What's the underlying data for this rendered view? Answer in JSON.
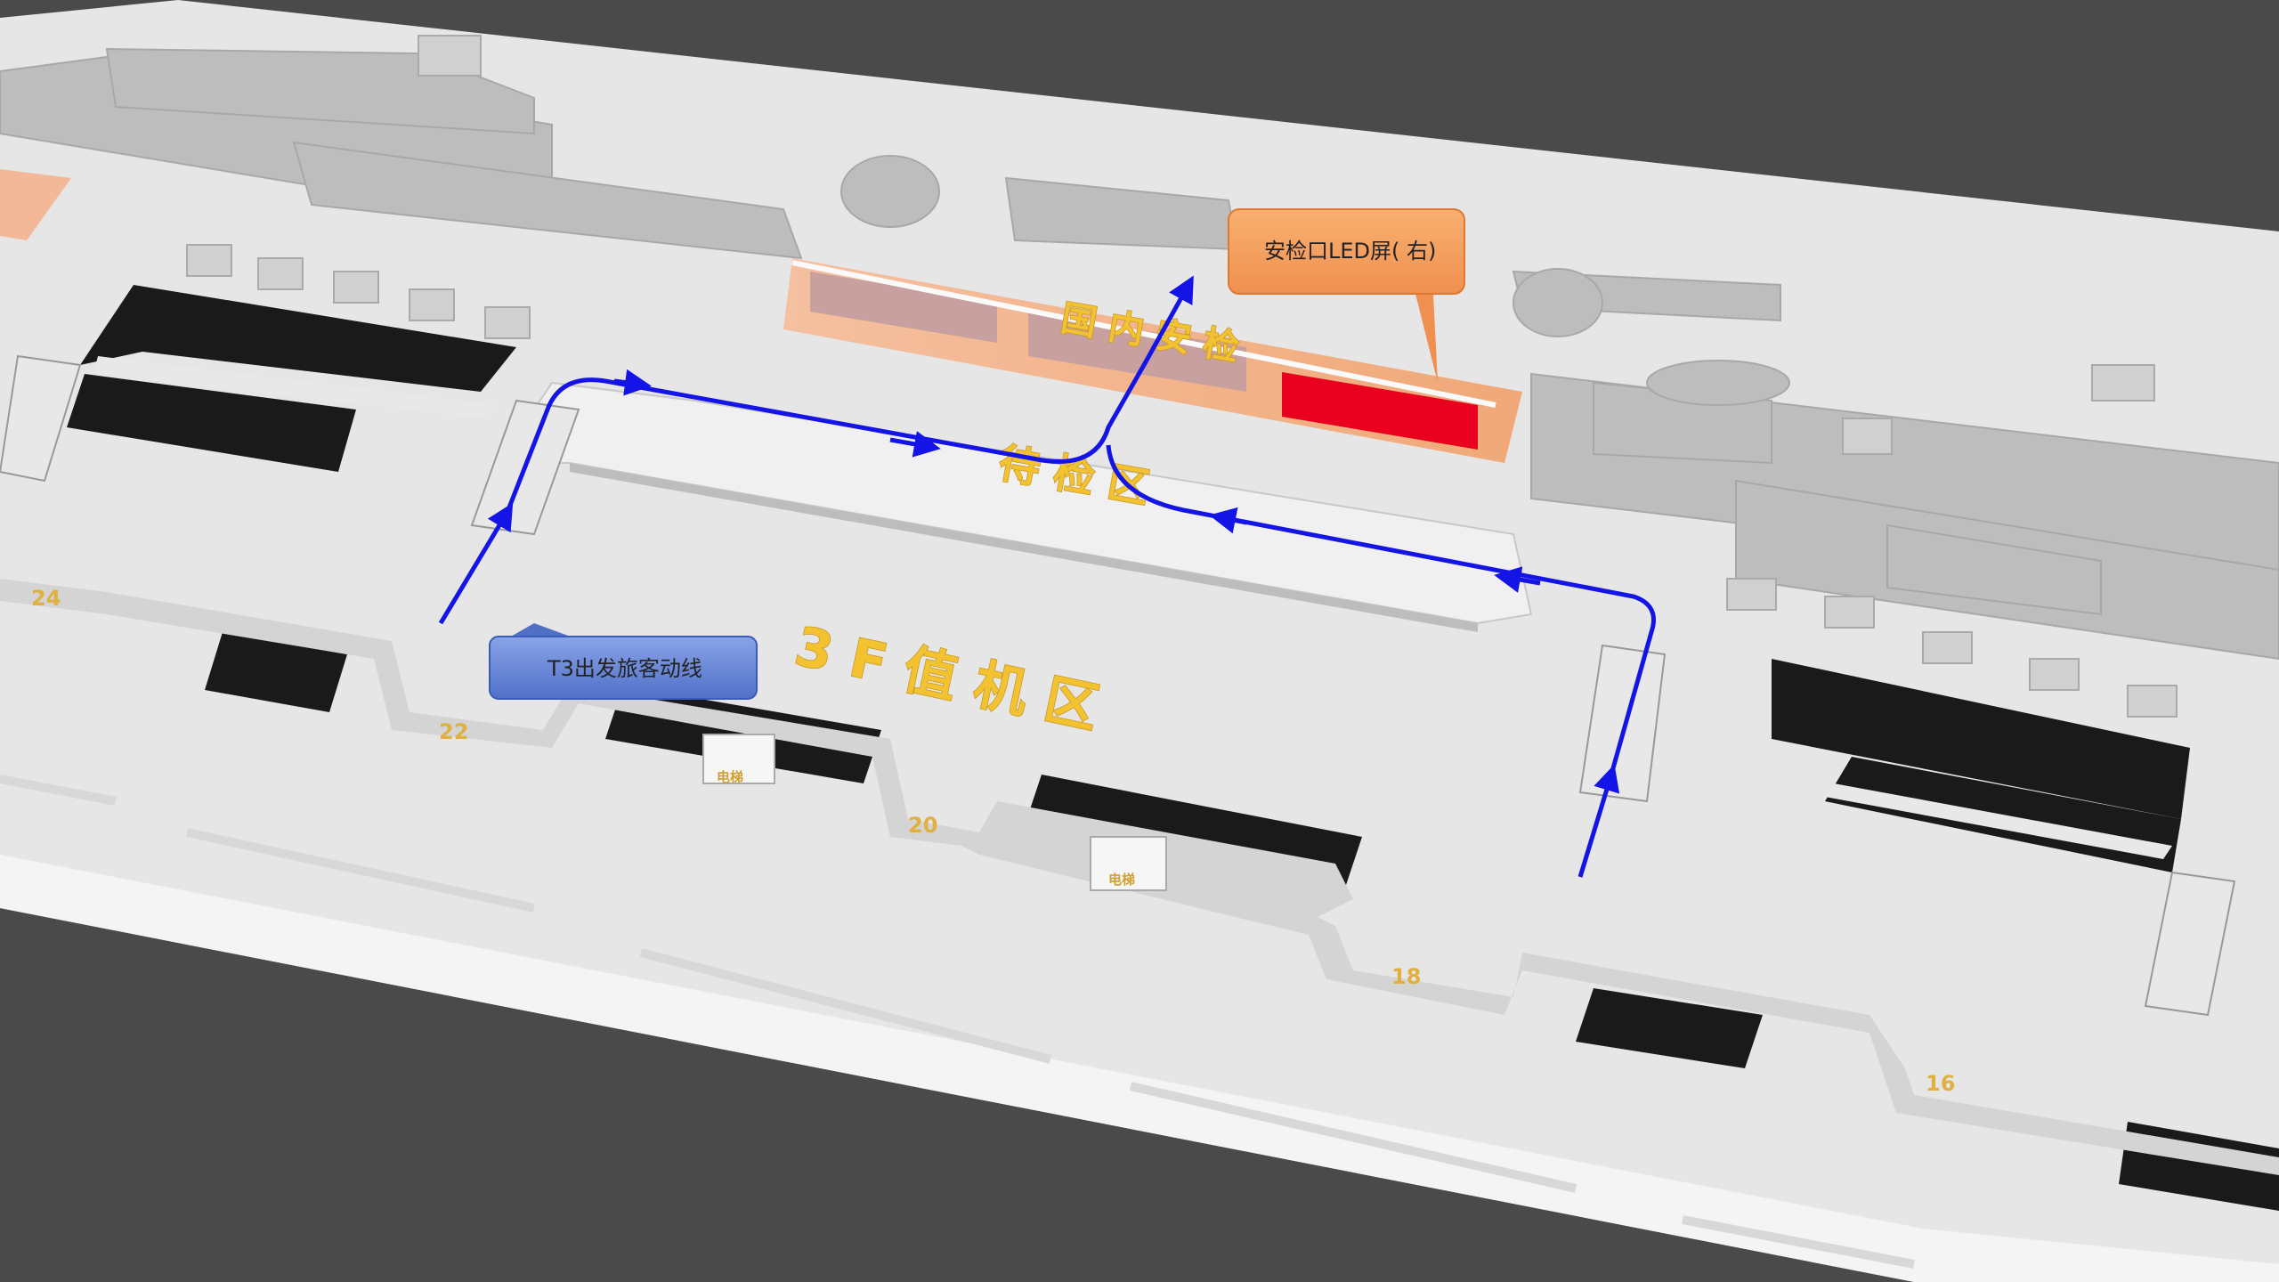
{
  "callouts": {
    "led_screen": "安检口LED屏( 右)",
    "passenger_flow": "T3出发旅客动线"
  },
  "zones": {
    "checkin": "3 F 值 机 区",
    "waiting": "待 检 区",
    "security": "国 内 安 检"
  },
  "gates": [
    "24",
    "22",
    "20",
    "18",
    "16"
  ],
  "elevator_label": "电梯",
  "colors": {
    "flow_line": "#1414e6",
    "led_screen": "#e8001e",
    "led_panels": "#c8a0a0",
    "security_band": "#f5c8a8",
    "callout_orange": "#f4a460",
    "callout_blue": "#6f8fd8",
    "zone_text": "#f2c230"
  }
}
